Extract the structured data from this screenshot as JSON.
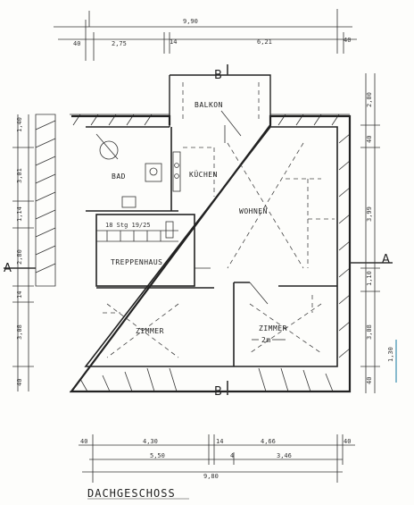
{
  "title": "DACHGESCHOSS",
  "rooms": {
    "balkon": "BALKON",
    "bad": "BAD",
    "kuechen": "KÜCHEN",
    "wohnen": "WOHNEN",
    "treppenhaus": "TREPPENHAUS",
    "zimmer_left": "ZIMMER",
    "zimmer_right": "ZIMMER",
    "stair_note": "18 Stg 19/25",
    "zimmer_height": "2m"
  },
  "section_marks": {
    "a_left": "A",
    "a_right": "A",
    "b_top": "B",
    "b_bottom": "B"
  },
  "dimensions": {
    "top_total": "9,90",
    "top_row": [
      "40",
      "2,75",
      "14",
      "6,21",
      "40"
    ],
    "bottom_row1": [
      "40",
      "4,30",
      "14",
      "4,66",
      "40"
    ],
    "bottom_row2": [
      "5,50",
      "4",
      "3,46"
    ],
    "bottom_total": "9,80",
    "left_col": [
      "1,40",
      "3,01",
      "1,14",
      "2,80",
      "14",
      "3,08",
      "40"
    ],
    "right_col": [
      "2,00",
      "40",
      "3,99",
      "1,10",
      "3,08",
      "1,30",
      "40"
    ]
  }
}
